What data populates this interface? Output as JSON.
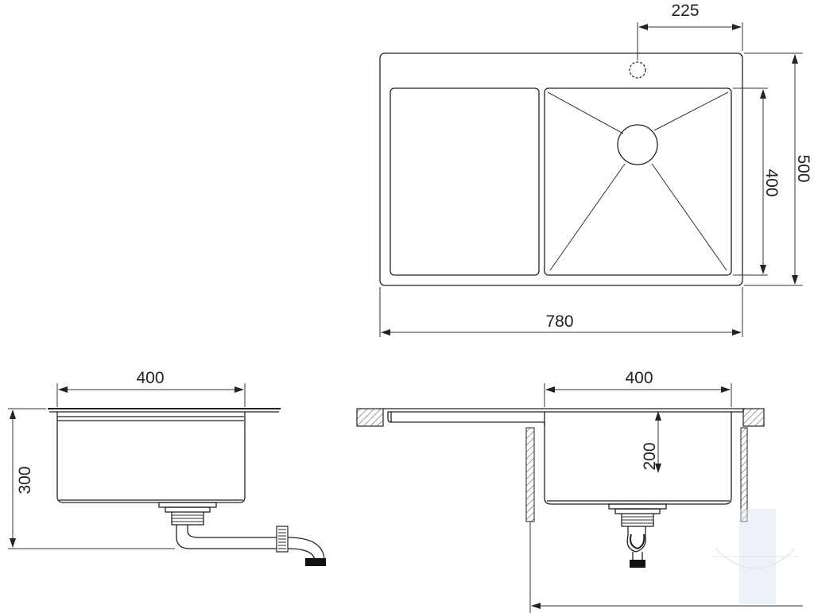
{
  "drawing": {
    "top_view": {
      "tap_offset": "225",
      "overall_depth": "500",
      "bowl_depth": "400",
      "overall_width": "780"
    },
    "side_section": {
      "bowl_width": "400",
      "overall_height": "300"
    },
    "front_section": {
      "bowl_width": "400",
      "bowl_depth": "200"
    }
  },
  "colors": {
    "line": "#222222",
    "hatch": "#555555",
    "watermark": "#dbe6f0"
  }
}
